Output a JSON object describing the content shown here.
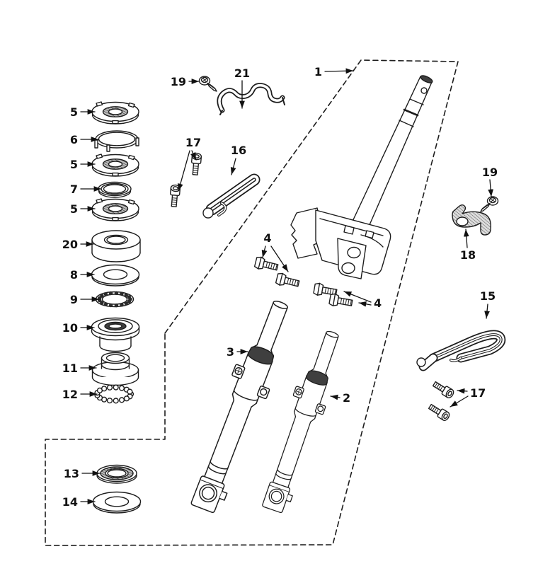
{
  "figure": {
    "type": "exploded-parts-diagram",
    "colors": {
      "background": "#ffffff",
      "line": "#1d1d1d",
      "label": "#111111"
    },
    "callouts": [
      {
        "label": "5"
      },
      {
        "label": "6"
      },
      {
        "label": "5"
      },
      {
        "label": "7"
      },
      {
        "label": "5"
      },
      {
        "label": "20"
      },
      {
        "label": "8"
      },
      {
        "label": "9"
      },
      {
        "label": "10"
      },
      {
        "label": "11"
      },
      {
        "label": "12"
      },
      {
        "label": "13"
      },
      {
        "label": "14"
      },
      {
        "label": "19"
      },
      {
        "label": "21"
      },
      {
        "label": "17"
      },
      {
        "label": "16"
      },
      {
        "label": "1"
      },
      {
        "label": "4"
      },
      {
        "label": "4"
      },
      {
        "label": "3"
      },
      {
        "label": "2"
      },
      {
        "label": "19"
      },
      {
        "label": "18"
      },
      {
        "label": "15"
      },
      {
        "label": "17"
      }
    ]
  }
}
